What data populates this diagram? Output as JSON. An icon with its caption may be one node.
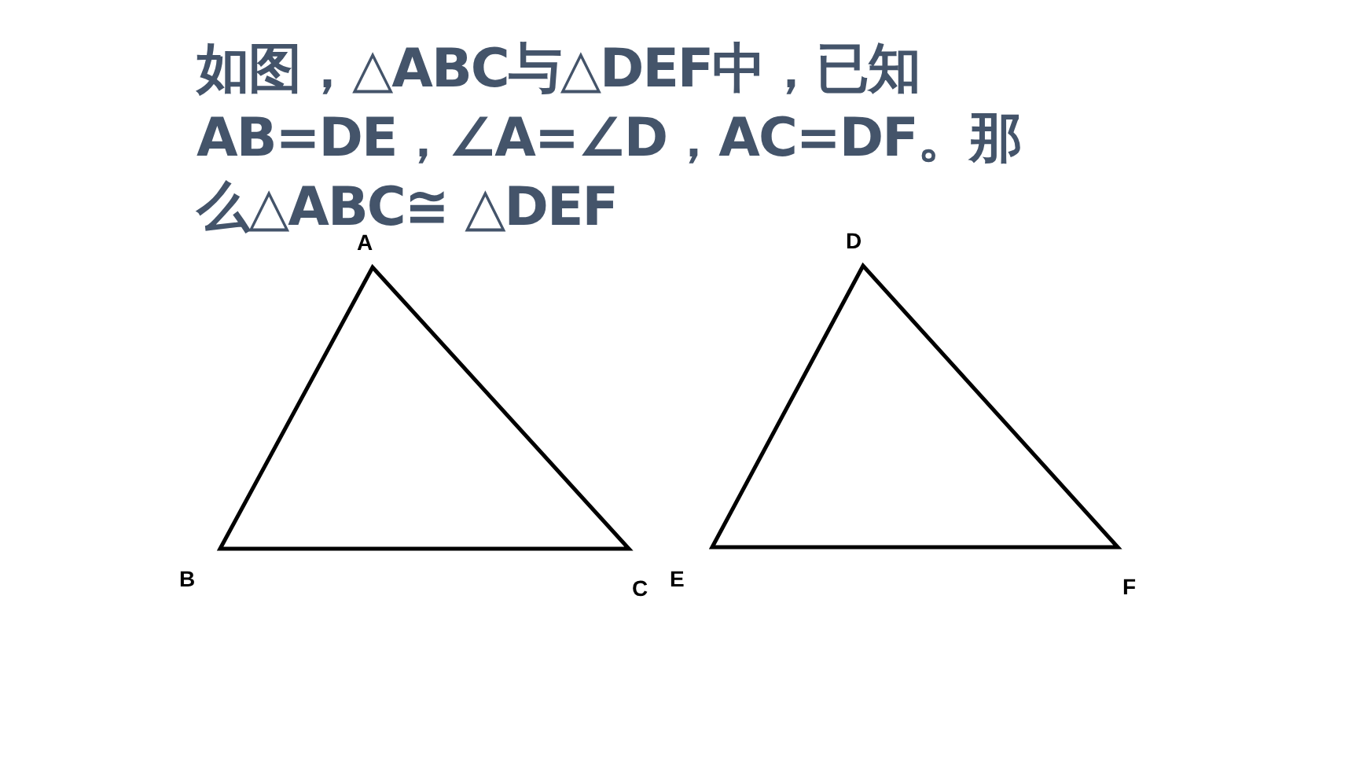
{
  "diagram": {
    "title": "如图，△ABC与△DEF中，已知AB=DE，∠A=∠D，AC=DF。那么△ABC≅ △DEF",
    "labels": [
      "A",
      "B",
      "C",
      "D",
      "E",
      "F"
    ]
  }
}
